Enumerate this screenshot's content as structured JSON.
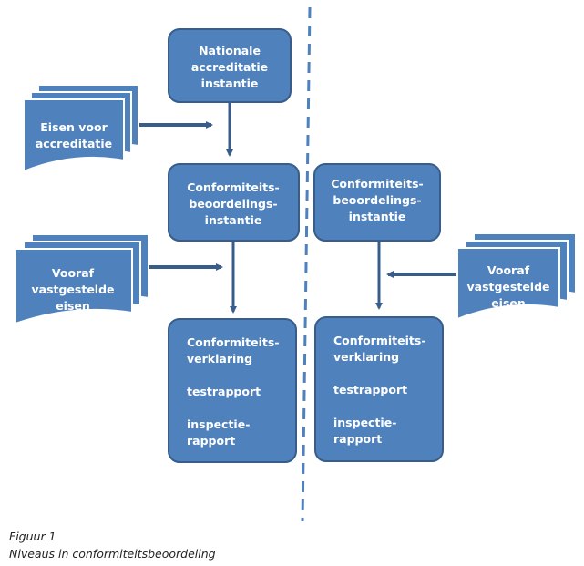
{
  "diagram": {
    "top_box": [
      "Nationale",
      "accreditatie",
      "instantie"
    ],
    "doc_accreditatie": [
      "Eisen voor",
      "accreditatie"
    ],
    "left_mid_box": [
      "Conformiteits-",
      "beoordelings-",
      "instantie"
    ],
    "right_mid_box": [
      "Conformiteits-",
      "beoordelings-",
      "instantie"
    ],
    "doc_left": [
      "Vooraf",
      "vastgestelde",
      "eisen"
    ],
    "doc_right": [
      "Vooraf",
      "vastgestelde",
      "eisen"
    ],
    "left_bottom_box": [
      "Conformiteits-",
      "verklaring",
      "",
      "testrapport",
      "",
      "inspectie-",
      "rapport"
    ],
    "right_bottom_box": [
      "Conformiteits-",
      "verklaring",
      "",
      "testrapport",
      "",
      "inspectie-",
      "rapport"
    ]
  },
  "caption": {
    "line1": "Figuur 1",
    "line2": "Niveaus in conformiteitsbeoordeling"
  },
  "colors": {
    "box_fill": "#4f81bd",
    "box_stroke": "#385d8a",
    "arrow": "#385d8a",
    "divider": "#4f81bd"
  }
}
